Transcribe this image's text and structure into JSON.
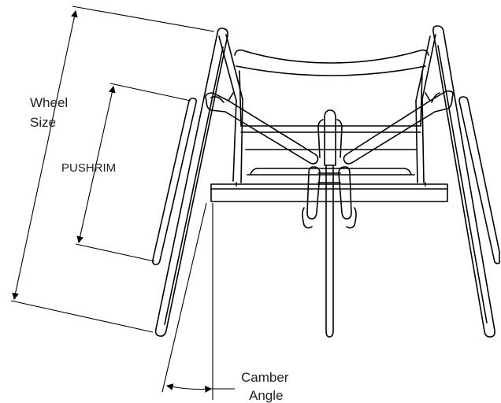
{
  "labels": {
    "wheel_size_line1": "Wheel",
    "wheel_size_line2": "Size",
    "pushrim": "PUSHRIM",
    "camber_line1": "Camber",
    "camber_line2": "Angle"
  }
}
